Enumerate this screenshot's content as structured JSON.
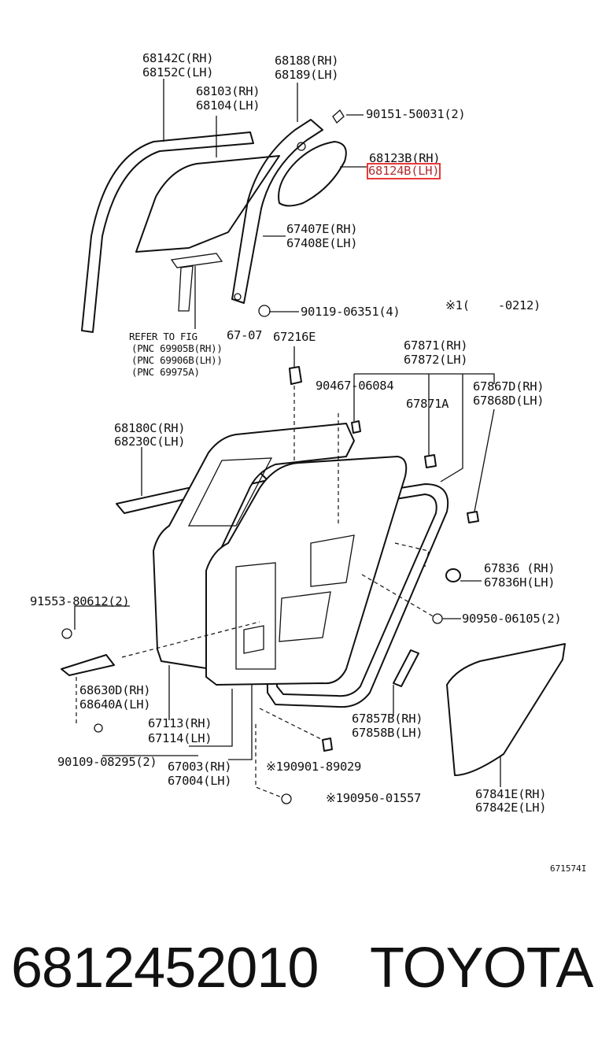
{
  "diagram": {
    "labels": {
      "window_channel_rh": "68142C(RH)",
      "window_channel_lh": "68152C(LH)",
      "glass_rh": "68103(RH)",
      "glass_lh": "68104(LH)",
      "division_bar_rh": "68188(RH)",
      "division_bar_lh": "68189(LH)",
      "screw_1": "90151-50031(2)",
      "quarter_glass_rh": "68123B(RH)",
      "quarter_glass_lh": "68124B(LH)",
      "weatherstrip_rh": "67407E(RH)",
      "weatherstrip_lh": "67408E(LH)",
      "bolt_1": "90119-06351(4)",
      "note_date": "※1(    -0212)",
      "refer_fig": "REFER TO FIG",
      "refer_fig_num": "67-07",
      "pnc_1": "(PNC 69905B(RH))",
      "pnc_2": "(PNC 69906B(LH))",
      "pnc_3": "(PNC 69975A)",
      "clip_1": "67216E",
      "door_ws_rh": "67871(RH)",
      "door_ws_lh": "67872(LH)",
      "clip_2": "90467-06084",
      "clip_3": "67871A",
      "seal_rh": "67867D(RH)",
      "seal_lh": "67868D(LH)",
      "belt_ws_rh": "68180C(RH)",
      "belt_ws_lh": "68230C(LH)",
      "plug_rh": "67836 (RH)",
      "plug_lh": "67836H(LH)",
      "bolt_2": "91553-80612(2)",
      "hole_plug": "90950-06105(2)",
      "hinge_rh": "68630D(RH)",
      "hinge_lh": "68640A(LH)",
      "cover_rh": "67857B(RH)",
      "cover_lh": "67858B(LH)",
      "panel_sub_rh": "67113(RH)",
      "panel_sub_lh": "67114(LH)",
      "bolt_3": "90109-08295(2)",
      "panel_rh": "67003(RH)",
      "panel_lh": "67004(LH)",
      "clip_4": "※190901-89029",
      "clip_5": "※190950-01557",
      "film_rh": "67841E(RH)",
      "film_lh": "67842E(LH)",
      "fig_code": "671574I"
    }
  },
  "footer": {
    "part_number": "6812452010",
    "brand": "TOYOTA"
  },
  "highlight_color": "#e8393a"
}
